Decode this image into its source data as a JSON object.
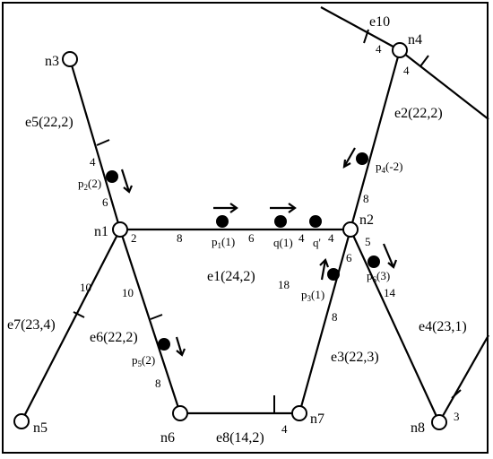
{
  "nodes": {
    "n1": "n1",
    "n2": "n2",
    "n3": "n3",
    "n4": "n4",
    "n5": "n5",
    "n6": "n6",
    "n7": "n7",
    "n8": "n8"
  },
  "edges": {
    "e1": "e1(24,2)",
    "e2": "e2(22,2)",
    "e3": "e3(22,3)",
    "e4": "e4(23,1)",
    "e5": "e5(22,2)",
    "e6": "e6(22,2)",
    "e7": "e7(23,4)",
    "e8": "e8(14,2)",
    "e10": "e10"
  },
  "points": {
    "p1": {
      "base": "p",
      "sub": "1",
      "val": "(1)"
    },
    "p2": {
      "base": "p",
      "sub": "2",
      "val": "(2)"
    },
    "p3": {
      "base": "p",
      "sub": "3",
      "val": "(1)"
    },
    "p4": {
      "base": "p",
      "sub": "4",
      "val": "(-2)"
    },
    "p5": {
      "base": "p",
      "sub": "5",
      "val": "(2)"
    },
    "p6": {
      "base": "p",
      "sub": "6",
      "val": "(3)"
    },
    "q": "q(1)",
    "qprime": "q'"
  },
  "weights": {
    "e1_n1": "2",
    "e1_a": "8",
    "e1_b": "6",
    "e1_c": "4",
    "e1_n2": "4",
    "e5_a": "4",
    "e5_b": "6",
    "e6_a": "10",
    "e6_b": "8",
    "e7_a": "10",
    "e2_a": "8",
    "e2_n4": "4",
    "e10_n4": "4",
    "e3_a": "6",
    "e3_b": "18",
    "e3_c": "8",
    "e4_a": "5",
    "e4_b": "14",
    "e4_n8": "3",
    "e8_a": "4"
  }
}
